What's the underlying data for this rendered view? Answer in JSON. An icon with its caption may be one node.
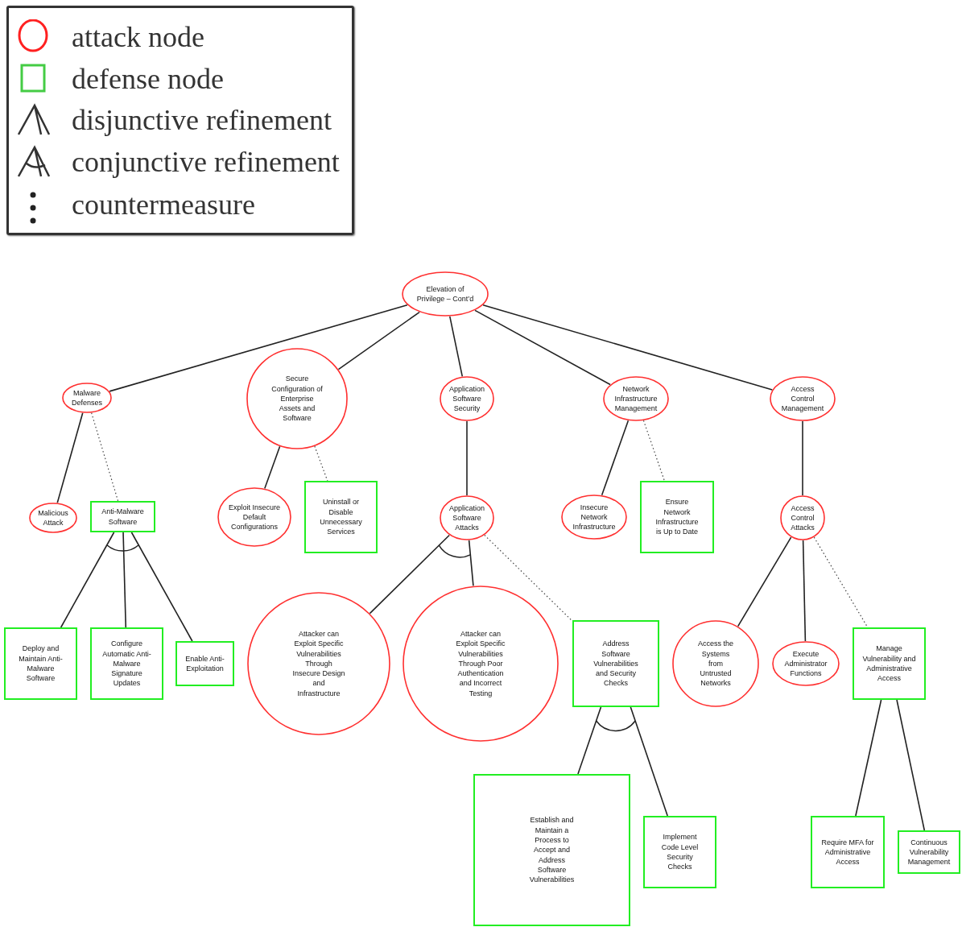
{
  "diagram": {
    "nodes": [
      {
        "text": [
          "Elevation of Privilege – Cont’d"
        ]
      },
      {
        "text": [
          "Malware Defenses"
        ]
      },
      {
        "text": [
          "Secure Configuration of Enterprise Assets and Software"
        ]
      },
      {
        "text": [
          "Application Software Security"
        ]
      },
      {
        "text": [
          "Network Infrastructure Management"
        ]
      },
      {
        "text": [
          "Access Control Management"
        ]
      },
      {
        "text": [
          "Malicious Attack"
        ]
      },
      {
        "text": [
          "Anti-Malware Software"
        ]
      },
      {
        "text": [
          "Exploit Insecure Default Configurations"
        ]
      },
      {
        "text": [
          "Uninstall or Disable Unnecessary Services"
        ]
      },
      {
        "text": [
          "Application Software Attacks"
        ]
      },
      {
        "text": [
          "Insecure Network Infrastructure"
        ]
      },
      {
        "text": [
          "Ensure Network Infrastructure is Up to Date"
        ]
      },
      {
        "text": [
          "Access Control Attacks"
        ]
      },
      {
        "text": [
          "Deploy and Maintain Anti-Malware Software"
        ]
      },
      {
        "text": [
          "Configure Automatic Anti-Malware Signature Updates"
        ]
      },
      {
        "text": [
          "Enable Anti- Exploitation"
        ]
      },
      {
        "text": [
          "Attacker can Exploit Specific Vulnerabilities Through Insecure Design and Infrastructure"
        ]
      },
      {
        "text": [
          "Attacker can Exploit Specific Vulnerabilities Through Poor Authentication and Incorrect Testing"
        ]
      },
      {
        "text": [
          "Address Software Vulnerabilities and Security Checks"
        ]
      },
      {
        "text": [
          "Access the Systems from Untrusted Networks"
        ]
      },
      {
        "text": [
          "Execute Administrator Functions"
        ]
      },
      {
        "text": [
          "Manage Vulnerability and Administrative Access"
        ]
      },
      {
        "text": [
          "Establish and Maintain a Process to Accept and Address Software Vulnerabilities"
        ]
      },
      {
        "text": [
          "Implement Code Level Security Checks"
        ]
      },
      {
        "text": [
          "Require MFA for Administrative Access"
        ]
      },
      {
        "text": [
          "Continuous Vulnerability Management"
        ]
      }
    ],
    "edges": [
      {
        "from": 0,
        "to": 1,
        "arrow": "none"
      },
      {
        "from": 0,
        "to": 2,
        "arrow": "none"
      },
      {
        "from": 0,
        "to": 3,
        "arrow": "none"
      },
      {
        "from": 0,
        "to": 4,
        "arrow": "none"
      },
      {
        "from": 0,
        "to": 5,
        "arrow": "none"
      },
      {
        "from": 1,
        "to": 6,
        "arrow": "none"
      },
      {
        "from": 1,
        "to": 7,
        "arrow": "none",
        "style": "dashed"
      },
      {
        "from": 2,
        "to": 8,
        "arrow": "none"
      },
      {
        "from": 2,
        "to": 9,
        "arrow": "none",
        "style": "dashed"
      },
      {
        "from": 3,
        "to": 10,
        "arrow": "none"
      },
      {
        "from": 4,
        "to": 11,
        "arrow": "none"
      },
      {
        "from": 4,
        "to": 12,
        "arrow": "none",
        "style": "dashed"
      },
      {
        "from": 5,
        "to": 13,
        "arrow": "none"
      },
      {
        "from": 7,
        "to": 14,
        "arrow": "none"
      },
      {
        "from": 7,
        "to": 15,
        "arrow": "none"
      },
      {
        "from": 7,
        "to": 16,
        "arrow": "none"
      },
      {
        "from": 10,
        "to": 17,
        "arrow": "none"
      },
      {
        "from": 10,
        "to": 18,
        "arrow": "none"
      },
      {
        "from": 10,
        "to": 19,
        "arrow": "none",
        "style": "dashed"
      },
      {
        "from": 13,
        "to": 20,
        "arrow": "none"
      },
      {
        "from": 13,
        "to": 21,
        "arrow": "none"
      },
      {
        "from": 13,
        "to": 22,
        "arrow": "none",
        "style": "dashed"
      },
      {
        "from": 19,
        "to": 23,
        "arrow": "none"
      },
      {
        "from": 19,
        "to": 24,
        "arrow": "none"
      },
      {
        "from": 22,
        "to": 25,
        "arrow": "none"
      },
      {
        "from": 22,
        "to": 26,
        "arrow": "none"
      }
    ],
    "legend": [
      {
        "text": "attack node"
      },
      {
        "text": "defense node"
      },
      {
        "text": "disjunctive refinement"
      },
      {
        "text": "conjunctive refinement"
      },
      {
        "text": "countermeasure"
      }
    ]
  }
}
